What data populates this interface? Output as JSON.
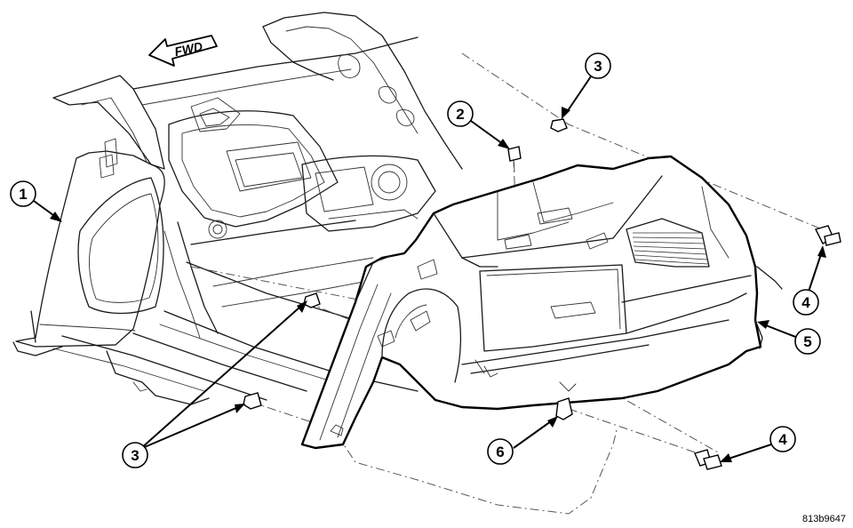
{
  "direction_arrow": {
    "label": "FWD"
  },
  "callouts": [
    {
      "id": "callout-1",
      "number": "1"
    },
    {
      "id": "callout-2",
      "number": "2"
    },
    {
      "id": "callout-3a",
      "number": "3"
    },
    {
      "id": "callout-3b",
      "number": "3"
    },
    {
      "id": "callout-4a",
      "number": "4"
    },
    {
      "id": "callout-4b",
      "number": "4"
    },
    {
      "id": "callout-5",
      "number": "5"
    },
    {
      "id": "callout-6",
      "number": "6"
    }
  ],
  "figure_id": "813b9647"
}
